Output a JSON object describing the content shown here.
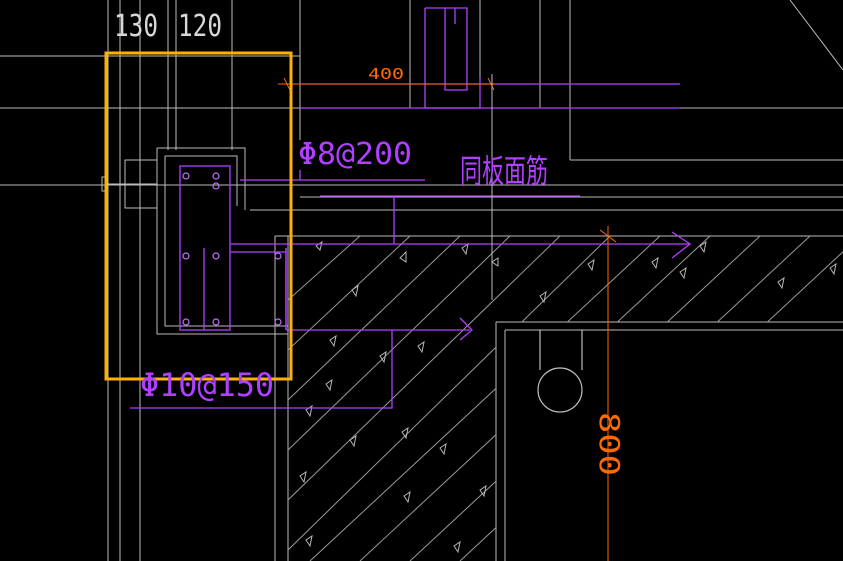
{
  "drawing": {
    "dimensions": {
      "top_left_a": "130",
      "top_left_b": "120",
      "horizontal": "400",
      "vertical": "800"
    },
    "rebar_labels": {
      "stirrup_top": "Φ8@200",
      "stirrup_bottom": "Φ10@150"
    },
    "notes": {
      "slab_top_rebar": "同板面筋"
    },
    "colors": {
      "background": "#000000",
      "line_white": "#c8c8c8",
      "rebar_magenta": "#b040ff",
      "dimension_orange": "#ff6a00",
      "selection_box": "#ffb000"
    }
  }
}
